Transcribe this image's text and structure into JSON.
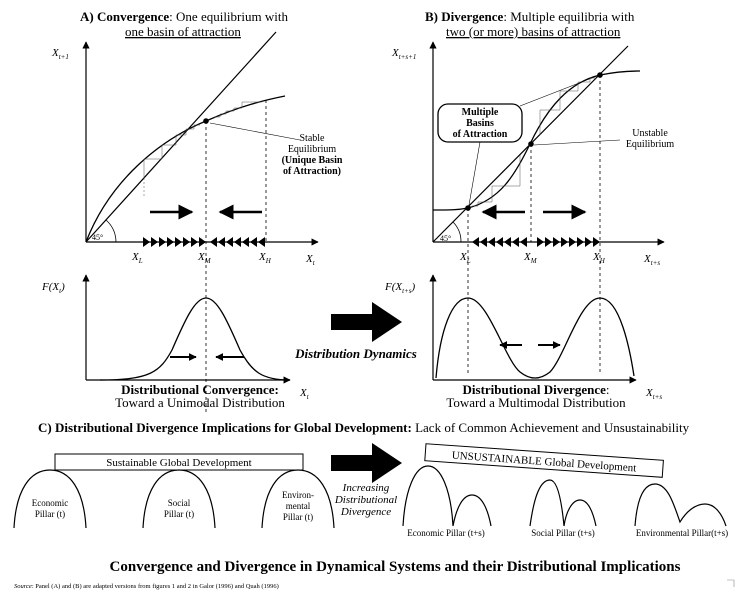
{
  "panel_a": {
    "title_prefix": "A) Convergence",
    "title_suffix": ": One equilibrium with",
    "title_line2": "one basin of attraction",
    "y_axis_label": "X",
    "y_axis_sub": "t+1",
    "x_axis_label": "X",
    "x_axis_sub": "t",
    "angle_label": "45°",
    "xl_label": "X",
    "xl_sub": "L",
    "xm_label": "X",
    "xm_sub": "M",
    "xh_label": "X",
    "xh_sub": "H",
    "annotation_line1": "Stable",
    "annotation_line2": "Equilibrium",
    "annotation_line3": "(Unique Basin",
    "annotation_line4": "of Attraction)",
    "dist_y_label": "F(X",
    "dist_y_sub": "t",
    "dist_y_close": ")",
    "dist_x_label": "X",
    "dist_x_sub": "t",
    "dist_caption_line1": "Distributional Convergence:",
    "dist_caption_line2": "Toward a Unimodal Distribution"
  },
  "panel_b": {
    "title_prefix": "B) Divergence",
    "title_suffix": ": Multiple equilibria with",
    "title_line2": "two (or more) basins of attraction",
    "y_axis_label": "X",
    "y_axis_sub": "t+s+1",
    "x_axis_label": "X",
    "x_axis_sub": "t+s",
    "angle_label": "45°",
    "xl_label": "X",
    "xl_sub": "L",
    "xm_label": "X",
    "xm_sub": "M",
    "xh_label": "X",
    "xh_sub": "H",
    "callout_line1": "Multiple",
    "callout_line2": "Basins",
    "callout_line3": "of Attraction",
    "annotation_line1": "Unstable",
    "annotation_line2": "Equilibrium",
    "dist_y_label": "F(X",
    "dist_y_sub": "t+s",
    "dist_y_close": ")",
    "dist_x_label": "X",
    "dist_x_sub": "t+s",
    "dist_caption_line1": "Distributional Divergence",
    "dist_caption_colon": ":",
    "dist_caption_line2": "Toward a Multimodal Distribution"
  },
  "middle_label": "Distribution Dynamics",
  "panel_c": {
    "title_bold": "C)  Distributional Divergence Implications for  Global Development:",
    "title_rest": " Lack of Common Achievement and Unsustainability",
    "sustainable_label": "Sustainable Global Development",
    "pillar_economic_line1": "Economic",
    "pillar_economic_line2": "Pillar (t)",
    "pillar_social_line1": "Social",
    "pillar_social_line2": "Pillar (t)",
    "pillar_env_line1": "Environ-",
    "pillar_env_line2": "mental",
    "pillar_env_line3": "Pillar (t)",
    "arrow_line1": "Increasing",
    "arrow_line2": "Distributional",
    "arrow_line3": "Divergence",
    "unsustainable_label": "UNSUSTAINABLE Global Development",
    "pillar_economic_ts": "Economic Pillar (t+s)",
    "pillar_social_ts": "Social Pillar (t+s)",
    "pillar_env_ts": "Environmental Pillar(t+s)"
  },
  "main_title": "Convergence and Divergence in Dynamical Systems and their Distributional Implications",
  "source_label": "Source",
  "source_text": ": Panel (A) and (B) are adapted versions from figures 1 and 2 in Galor (1996) and Quah (1996)"
}
